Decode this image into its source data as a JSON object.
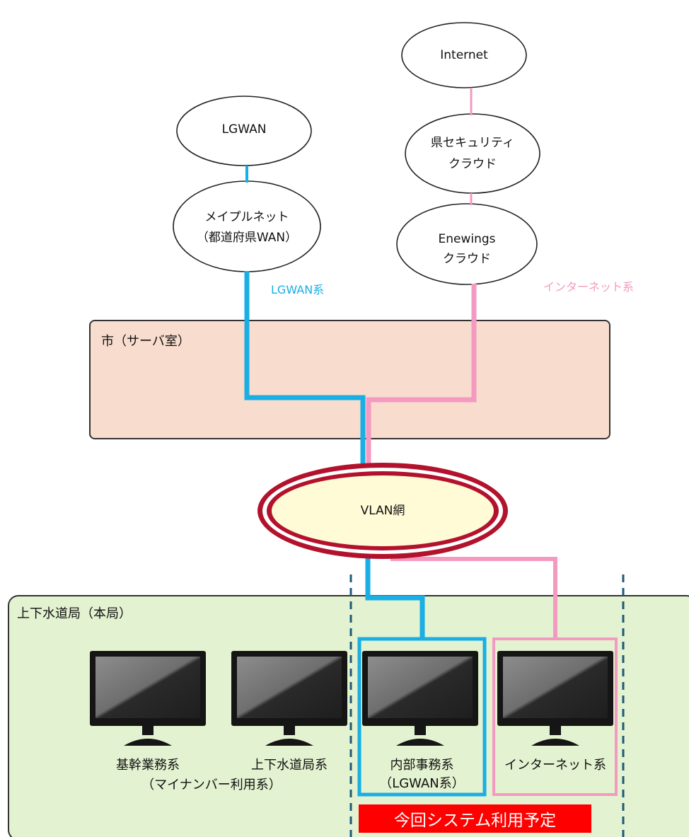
{
  "clouds": {
    "internet": "Internet",
    "lgwan": "LGWAN",
    "pref_security_line1": "県セキュリティ",
    "pref_security_line2": "クラウド",
    "maple_line1": "メイプルネット",
    "maple_line2": "（都道府県WAN）",
    "enewings_line1": "Enewings",
    "enewings_line2": "クラウド"
  },
  "links": {
    "lgwan_label": "LGWAN系",
    "internet_label": "インターネット系"
  },
  "server_room": {
    "title": "市（サーバ室）"
  },
  "vlan": {
    "label": "VLAN網"
  },
  "bureau": {
    "title": "上下水道局（本局）",
    "workstations": [
      {
        "line1": "基幹業務系",
        "line2": ""
      },
      {
        "line1": "上下水道局系",
        "line2": ""
      },
      {
        "line1": "内部事務系",
        "line2": "（LGWAN系）"
      },
      {
        "line1": "インターネット系",
        "line2": ""
      }
    ],
    "mynumber_note": "（マイナンバー利用系）",
    "planned_banner": "今回システム利用予定"
  },
  "colors": {
    "lgwan_line": "#19aee4",
    "internet_line": "#f49ac1",
    "server_room_fill": "#f8dccd",
    "bureau_fill": "#e3f2d0",
    "vlan_ring": "#b3122c",
    "vlan_fill": "#fffbd6",
    "banner": "#ff0000",
    "dashed": "#1d5a79"
  }
}
